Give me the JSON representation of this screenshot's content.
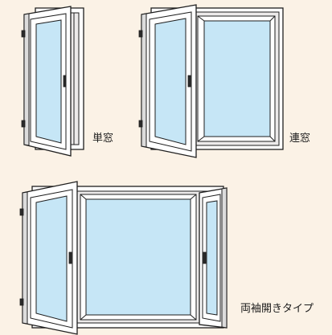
{
  "labels": {
    "single": "単窓",
    "double": "連窓",
    "both_sides": "両袖開きタイプ"
  },
  "colors": {
    "background": "#fbf2e6",
    "glass": "#c6e6f6",
    "frame": "#ffffff",
    "outline": "#1e1e1e"
  }
}
